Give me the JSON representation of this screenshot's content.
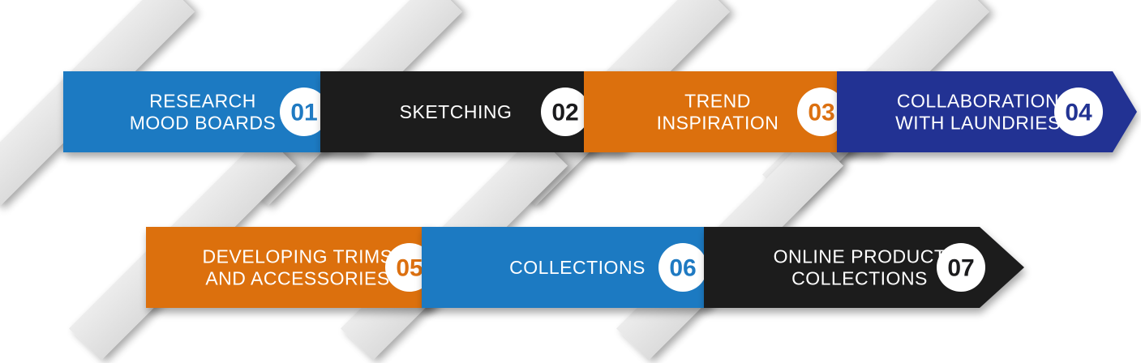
{
  "process": {
    "steps": [
      {
        "number": "01",
        "lines": [
          "RESEARCH",
          "MOOD BOARDS"
        ],
        "color": "#1f7ac2"
      },
      {
        "number": "02",
        "lines": [
          "SKETCHING"
        ],
        "color": "#1b1b1d"
      },
      {
        "number": "03",
        "lines": [
          "TREND",
          "INSPIRATION"
        ],
        "color": "#dc7010"
      },
      {
        "number": "04",
        "lines": [
          "COLLABORATION",
          "WITH LAUNDRIES"
        ],
        "color": "#223393"
      },
      {
        "number": "05",
        "lines": [
          "DEVELOPING TRIMS",
          "AND ACCESSORIES"
        ],
        "color": "#dc7010"
      },
      {
        "number": "06",
        "lines": [
          "COLLECTIONS"
        ],
        "color": "#1f7ac2"
      },
      {
        "number": "07",
        "lines": [
          "ONLINE PRODUCT",
          "COLLECTIONS"
        ],
        "color": "#1b1b1d"
      }
    ]
  }
}
